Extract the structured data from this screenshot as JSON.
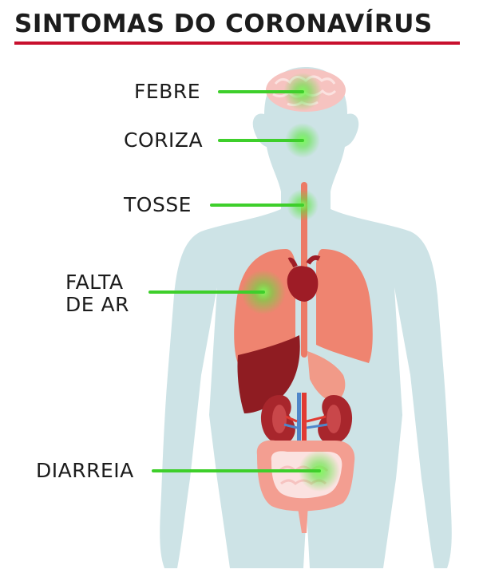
{
  "title": "SINTOMAS DO CORONAVÍRUS",
  "colors": {
    "accent_rule": "#c8102e",
    "body_silhouette": "#cde3e6",
    "pointer_line": "#3ecf2b",
    "lungs": "#ef8470",
    "liver": "#8f1c22",
    "kidneys": "#a8262c",
    "heart": "#9e1c26",
    "intestines": "#f39e91"
  },
  "symptoms": [
    {
      "label": "FEBRE",
      "organ": "brain"
    },
    {
      "label": "CORIZA",
      "organ": "nose"
    },
    {
      "label": "TOSSE",
      "organ": "throat"
    },
    {
      "label": "FALTA DE AR",
      "organ": "lungs"
    },
    {
      "label": "DIARREIA",
      "organ": "intestines"
    }
  ]
}
